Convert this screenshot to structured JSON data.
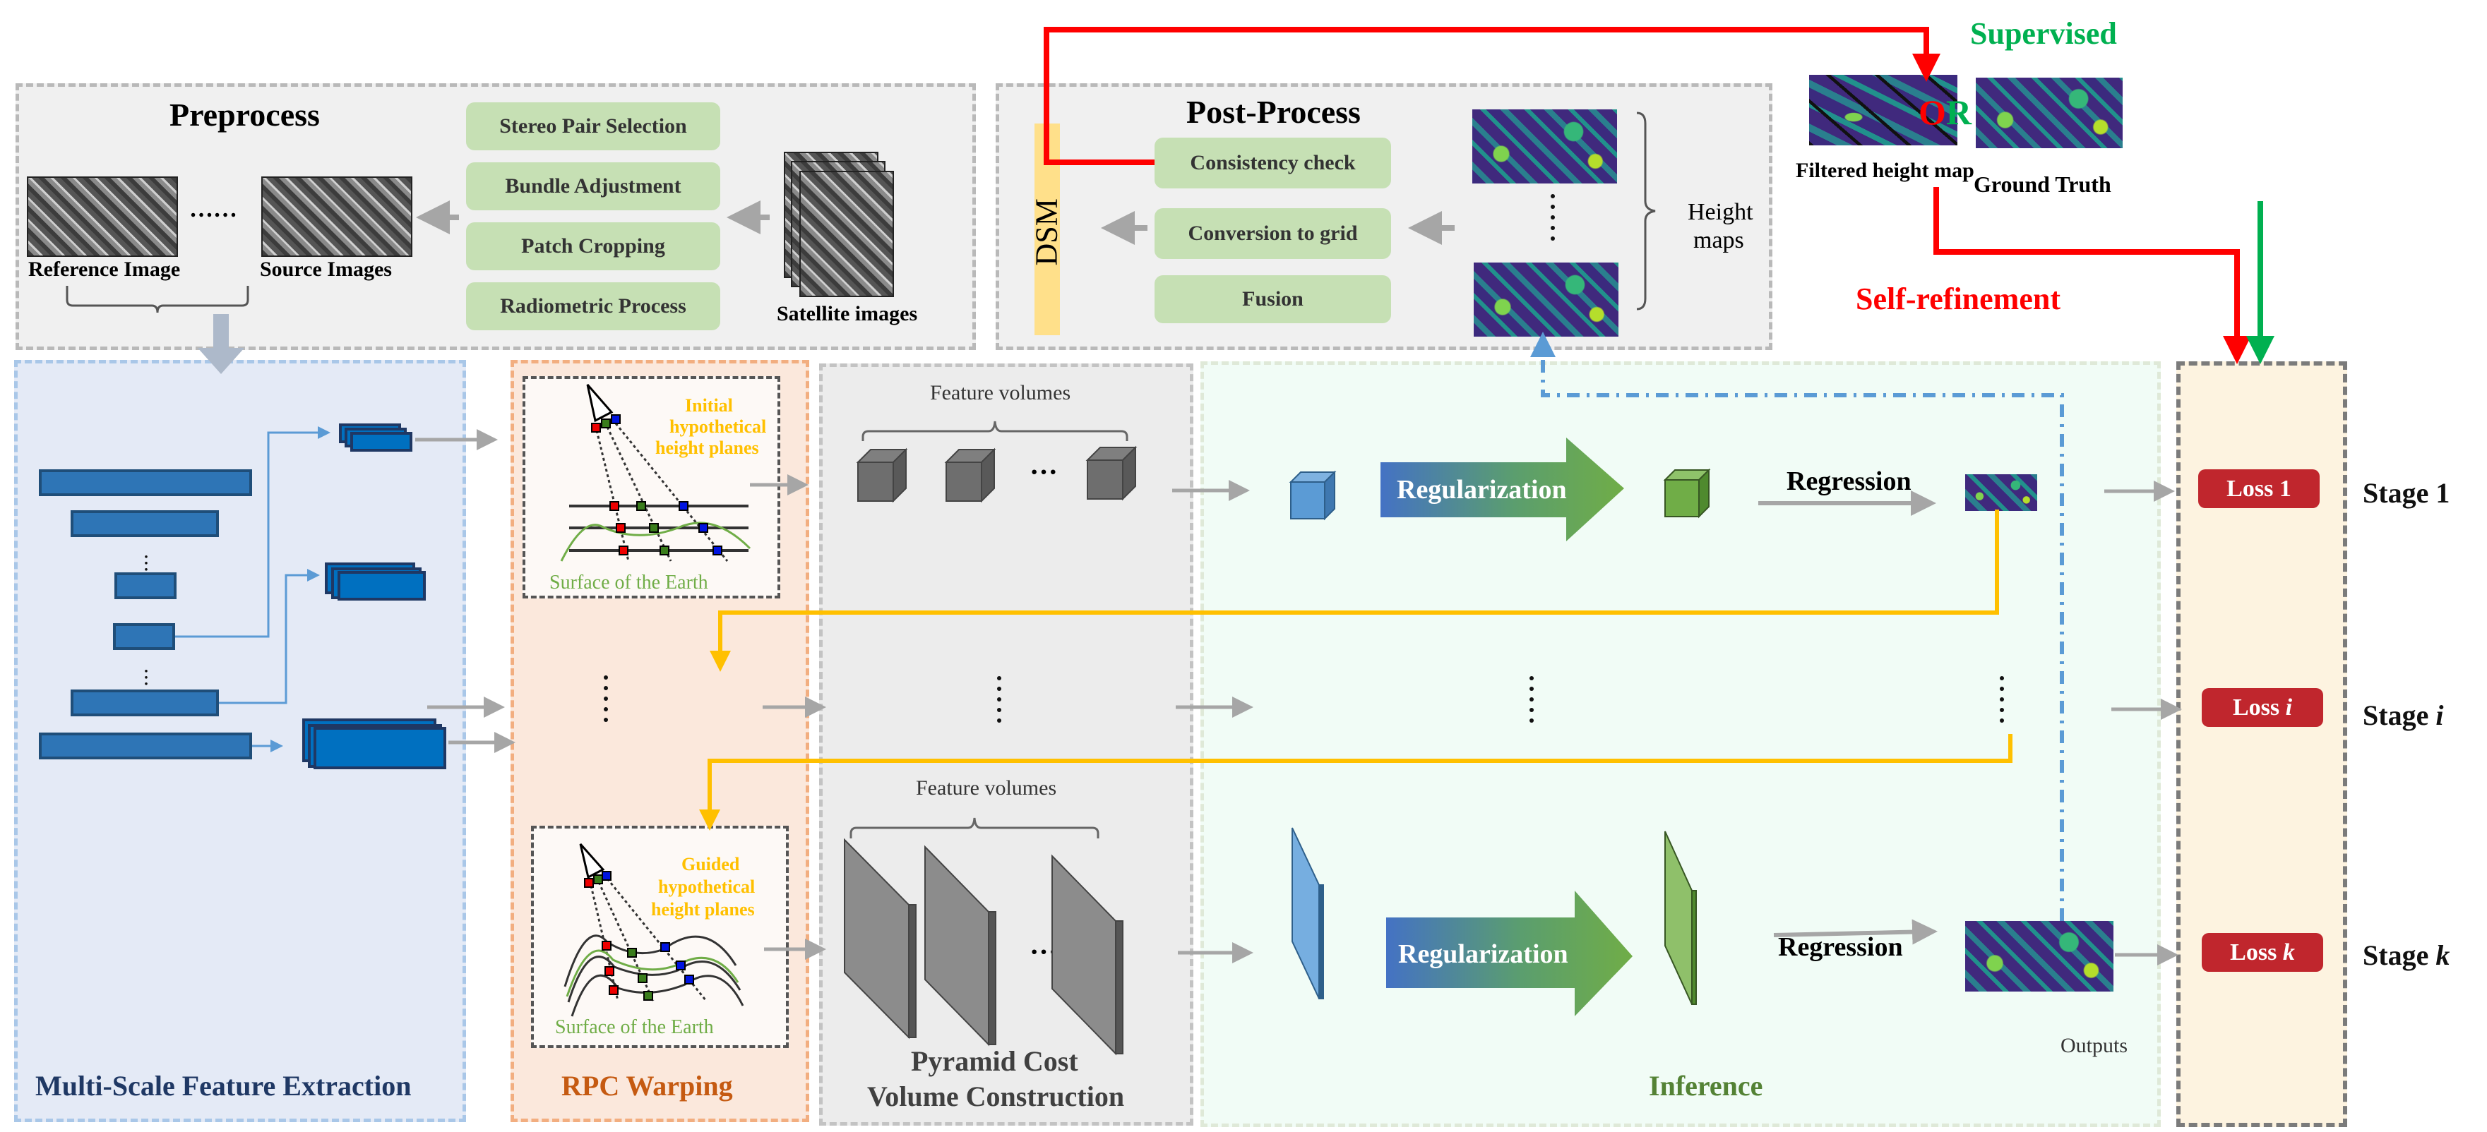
{
  "preprocess": {
    "title": "Preprocess",
    "steps": [
      "Stereo Pair Selection",
      "Bundle Adjustment",
      "Patch Cropping",
      "Radiometric Process"
    ],
    "reference_label": "Reference Image",
    "source_label": "Source Images",
    "ellipsis": "……",
    "satellite_label": "Satellite images"
  },
  "postprocess": {
    "title": "Post-Process",
    "dsm_label": "DSM",
    "steps": [
      "Consistency check",
      "Conversion to grid",
      "Fusion"
    ],
    "height_maps_label_line1": "Height",
    "height_maps_label_line2": "maps"
  },
  "supervision": {
    "filtered_label": "Filtered height map",
    "or_o": "O",
    "or_r": "R",
    "supervised_label": "Supervised",
    "ground_truth_label": "Ground Truth",
    "self_refinement_label": "Self-refinement"
  },
  "sections": {
    "feature_extraction": "Multi-Scale Feature Extraction",
    "rpc_warping": "RPC Warping",
    "cost_volume_line1": "Pyramid Cost",
    "cost_volume_line2": "Volume Construction",
    "inference": "Inference",
    "outputs": "Outputs"
  },
  "rpc": {
    "initial_line1": "Initial",
    "initial_line2": "hypothetical",
    "initial_line3": "height planes",
    "guided_line1": "Guided",
    "guided_line2": "hypothetical",
    "guided_line3": "height planes",
    "surface_label": "Surface of  the Earth"
  },
  "cost_volume": {
    "feature_volumes_label": "Feature volumes",
    "ellipsis": "···"
  },
  "inference": {
    "regularization_label": "Regularization",
    "regression_label": "Regression"
  },
  "stages": [
    {
      "loss": "Loss 1",
      "loss_base": "Loss ",
      "loss_var": "1",
      "stage_base": "Stage ",
      "stage_var": "1"
    },
    {
      "loss": "Loss i",
      "loss_base": "Loss ",
      "loss_var": "i",
      "stage_base": "Stage ",
      "stage_var": "i"
    },
    {
      "loss": "Loss k",
      "loss_base": "Loss ",
      "loss_var": "k",
      "stage_base": "Stage ",
      "stage_var": "k"
    }
  ],
  "colors": {
    "self_refinement": "#ff0000",
    "supervised": "#00b050",
    "guidance_arrow": "#ffc000",
    "feedback_dashdot": "#5b9bd5",
    "loss_fill": "#c0262d",
    "feature_block": "#2e75b6",
    "rpc_title": "#c55a11",
    "fe_title": "#1f3864",
    "inference_title": "#548235"
  }
}
